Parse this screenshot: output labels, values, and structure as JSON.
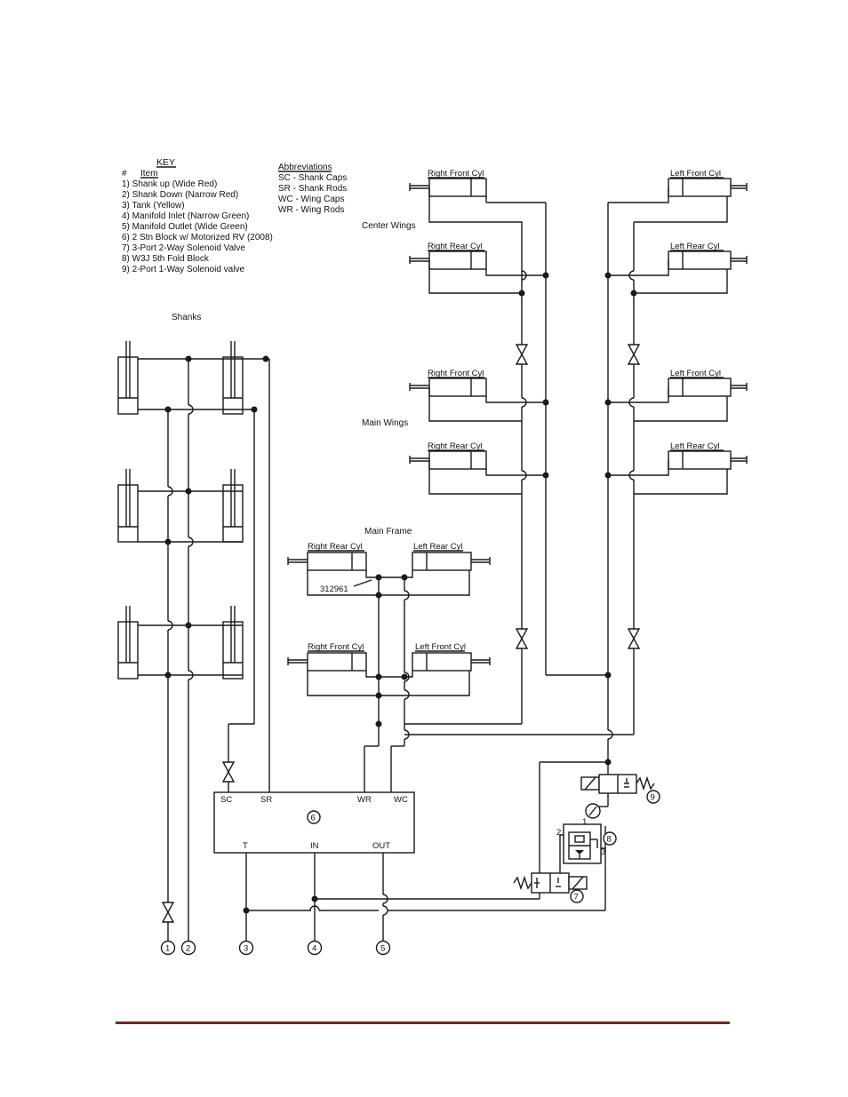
{
  "key": {
    "title": "KEY",
    "col_num": "#",
    "col_item": "Item",
    "items": [
      "1) Shank up (Wide Red)",
      "2) Shank Down (Narrow Red)",
      "3) Tank (Yellow)",
      "4) Manifold Inlet (Narrow Green)",
      "5) Manifold Outlet (Wide Green)",
      "6) 2 Stn Block w/ Motorized RV (2008)",
      "7) 3-Port 2-Way Solenoid Valve",
      "8) W3J 5th Fold Block",
      "9) 2-Port 1-Way Solenoid valve"
    ]
  },
  "abbreviations": {
    "title": "Abbreviations",
    "items": [
      "SC - Shank Caps",
      "SR - Shank Rods",
      "WC - Wing Caps",
      "WR - Wing Rods"
    ]
  },
  "sections": {
    "center_wings": "Center Wings",
    "main_wings": "Main Wings",
    "main_frame": "Main Frame",
    "shanks": "Shanks"
  },
  "cylinders": {
    "right_front": "Right Front Cyl",
    "left_front": "Left Front Cyl",
    "right_rear": "Right Rear Cyl",
    "left_rear": "Left Rear Cyl"
  },
  "part_number": "312961",
  "block": {
    "number": "6",
    "ports_top": [
      "SC",
      "SR",
      "WR",
      "WC"
    ],
    "ports_bottom": [
      "T",
      "IN",
      "OUT"
    ]
  },
  "valves": {
    "v7": "7",
    "v8": "8",
    "v9": "9",
    "port1": "1",
    "port2": "2",
    "port3": "3"
  },
  "terminals": [
    "1",
    "2",
    "3",
    "4",
    "5"
  ],
  "colors": {
    "line": "#1a1a1a",
    "footer_rule": "#6b2a22"
  }
}
